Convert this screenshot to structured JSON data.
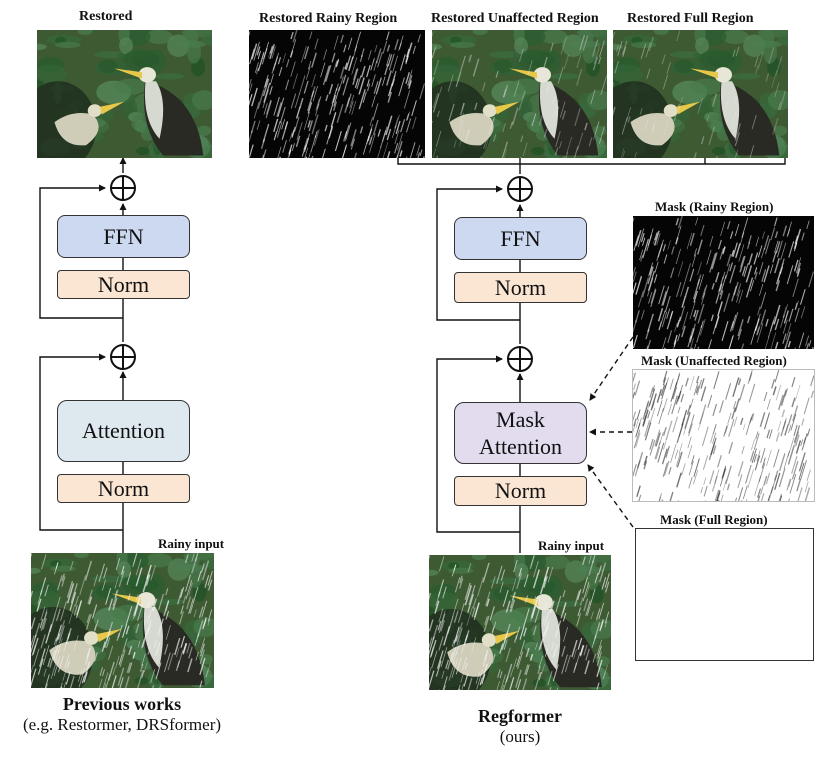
{
  "left": {
    "top_label": "Restored",
    "bottom_label": "Rainy input",
    "blocks": {
      "ffn": "FFN",
      "norm_top": "Norm",
      "attention": "Attention",
      "norm_bottom": "Norm"
    },
    "caption": {
      "title": "Previous works",
      "subtitle": "(e.g. Restormer, DRSformer)"
    }
  },
  "right": {
    "top_labels": {
      "rainy": "Restored Rainy Region",
      "unaffected": "Restored Unaffected Region",
      "full": "Restored Full Region"
    },
    "bottom_label": "Rainy input",
    "blocks": {
      "ffn": "FFN",
      "norm_top": "Norm",
      "mask_attention_line1": "Mask",
      "mask_attention_line2": "Attention",
      "norm_bottom": "Norm"
    },
    "masks": {
      "rainy": "Mask (Rainy Region)",
      "unaffected": "Mask (Unaffected Region)",
      "full": "Mask (Full Region)"
    },
    "caption": {
      "title": "Regformer",
      "subtitle": "(ours)"
    }
  },
  "colors": {
    "ffn": "#ccd9f0",
    "norm": "#fbe6d4",
    "attention": "#dde9ef",
    "mask_attention": "#e2dcee"
  },
  "icons": [
    "plus-circle-icon",
    "arrow-icon"
  ]
}
